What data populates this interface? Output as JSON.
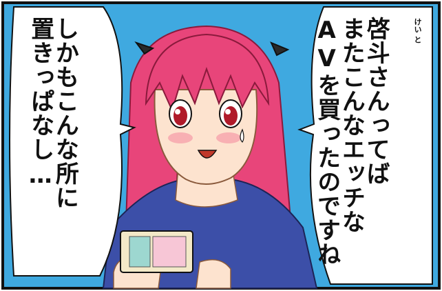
{
  "bubble_left": {
    "col1": "しかもこんな所に",
    "col2": "置きっぱなし…"
  },
  "bubble_right": {
    "col1": "啓斗さんってば",
    "col2": "またこんなエッチな",
    "col3": "AVを買ったのですね"
  },
  "furigana": "けい と",
  "colors": {
    "sky": "#3fa9e0",
    "hair": "#e8457a",
    "skin": "#fde3cf",
    "shirt": "#3c4fa8"
  }
}
